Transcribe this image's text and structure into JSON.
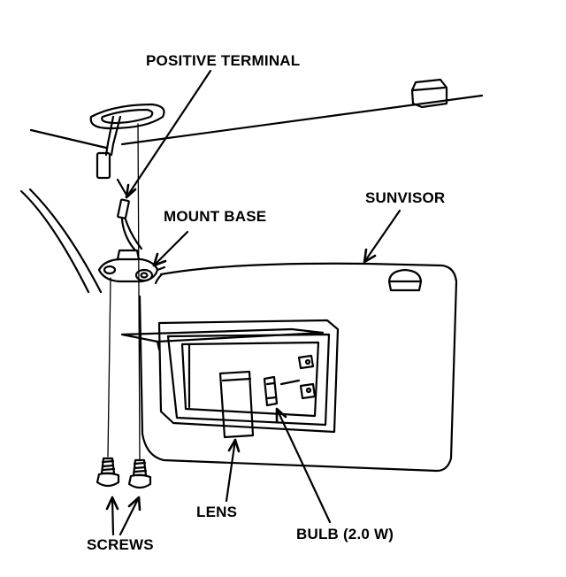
{
  "diagram": {
    "labels": {
      "positive_terminal": "POSITIVE TERMINAL",
      "mount_base": "MOUNT BASE",
      "sunvisor": "SUNVISOR",
      "lens": "LENS",
      "bulb": "BULB (2.0 W)",
      "screws": "SCREWS"
    },
    "colors": {
      "ink": "#000000",
      "paper": "#ffffff"
    }
  }
}
